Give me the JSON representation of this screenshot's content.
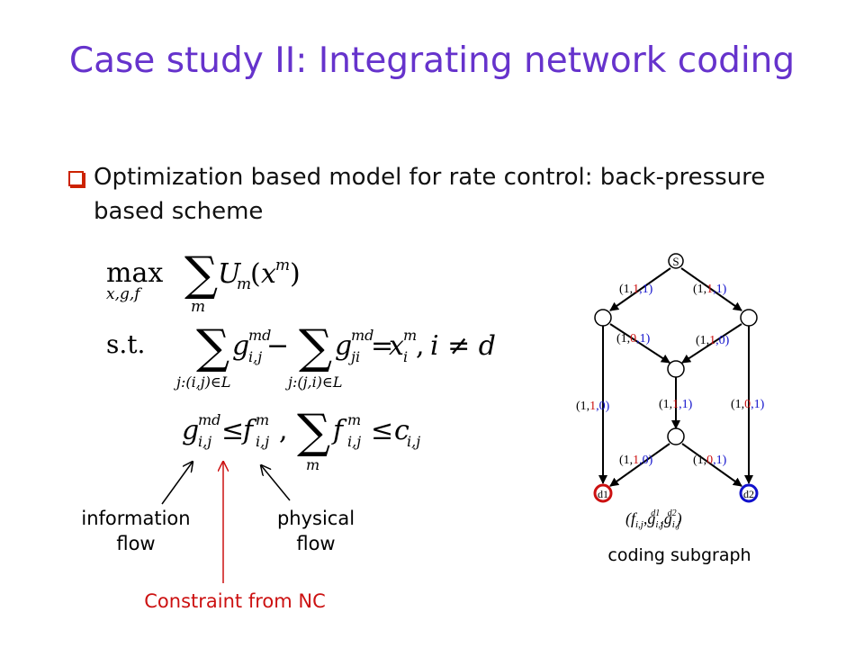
{
  "title": "Case study II: Integrating network coding",
  "bullet": "Optimization based model for rate control: back-pressure based scheme",
  "annotations": {
    "information_flow": [
      "information",
      "flow"
    ],
    "physical_flow": [
      "physical",
      "flow"
    ],
    "constraint": "Constraint from NC",
    "coding_subgraph": "coding subgraph"
  },
  "formula": {
    "max": "max",
    "max_sub": "x,g,f",
    "st": "s.t.",
    "sum_U": "∑",
    "U": "U",
    "U_sub": "m",
    "x": "x",
    "x_sup": "m",
    "m": "m",
    "g": "g",
    "g_sup": "md",
    "g_sub_ij": "i,j",
    "g_sub_ji": "ji",
    "sum1_sub": "j:(i,j)∈L",
    "sum2_sub": "j:(j,i)∈L",
    "eq_x_sub": "i",
    "i_neq_d": "i ≠ d",
    "f": "f",
    "f_sup": "m",
    "f_sub": "i,j",
    "c": "c",
    "c_sub": "i,j"
  },
  "graph": {
    "source": "S",
    "sink1": "d1",
    "sink2": "d2",
    "labels": {
      "s_left": [
        "(1,",
        "1",
        ",1)"
      ],
      "s_right": [
        "(1,",
        "1",
        ",1)"
      ],
      "left_mid": [
        "(1,",
        "0",
        ",1)"
      ],
      "right_mid": [
        "(1,",
        "1",
        ",0)"
      ],
      "left_long": [
        "(1,",
        "1",
        ",0)"
      ],
      "center": [
        "(1,",
        "1",
        ",1)"
      ],
      "right_long": [
        "(1,",
        "0",
        ",1)"
      ],
      "bottom_left": [
        "(1,",
        "1",
        ",0)"
      ],
      "bottom_right": [
        "(1,",
        "0",
        ",1)"
      ]
    },
    "tuple": [
      "(f",
      "i,j",
      ",g",
      "i,j",
      "d1",
      ",g",
      "i,j",
      "d2",
      ")"
    ],
    "colors": {
      "red": "#cc1111",
      "blue": "#1111cc",
      "text": "#000000"
    }
  }
}
